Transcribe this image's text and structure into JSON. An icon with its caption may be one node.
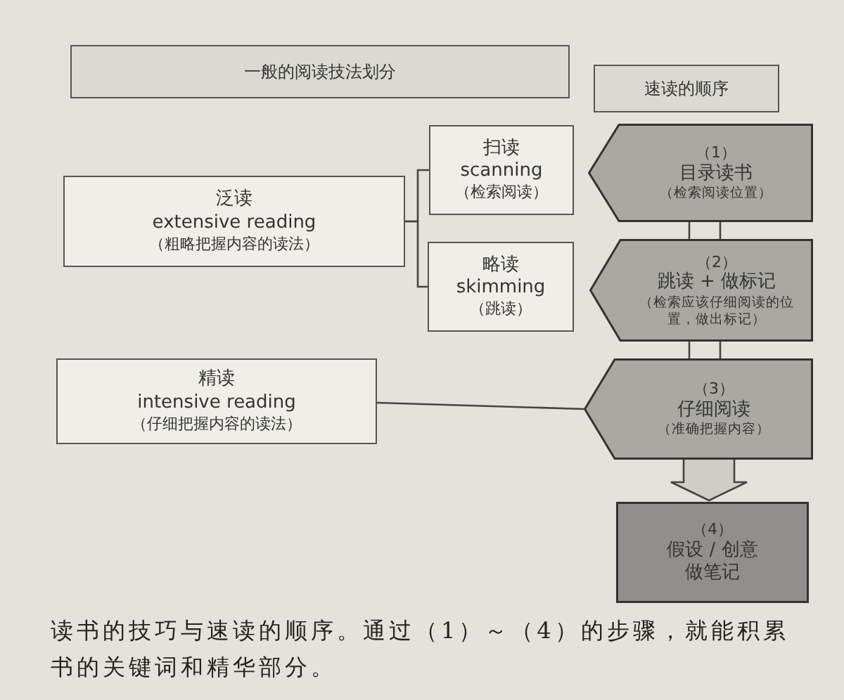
{
  "diagram": {
    "caption": "读书的技巧与速读的顺序。通过（1）～（4）的步骤，就能积累书的关键词和精华部分。",
    "nodes": [
      {
        "text": [
          "一般的阅读技法划分"
        ]
      },
      {
        "text": [
          "速读的顺序"
        ]
      },
      {
        "text": [
          "泛读",
          "extensive reading",
          "（粗略把握内容的读法）"
        ]
      },
      {
        "text": [
          "扫读",
          "scanning",
          "（检索阅读）"
        ]
      },
      {
        "text": [
          "略读",
          "skimming",
          "（跳读）"
        ]
      },
      {
        "text": [
          "精读",
          "intensive reading",
          "（仔细把握内容的读法）"
        ]
      },
      {
        "text": [
          "（1）",
          "目录读书",
          "（检索阅读位置）"
        ]
      },
      {
        "text": [
          "（2）",
          "跳读 + 做标记",
          "（检索应该仔细阅读的位置，做出标记）"
        ]
      },
      {
        "text": [
          "（3）",
          "仔细阅读",
          "（准确把握内容）"
        ]
      },
      {
        "text": [
          "（4）",
          "假设 / 创意",
          "做笔记"
        ]
      }
    ],
    "edges": [
      {
        "from": 2,
        "to": 3,
        "arrow": "none"
      },
      {
        "from": 2,
        "to": 4,
        "arrow": "none"
      },
      {
        "from": 5,
        "to": 8,
        "arrow": "none"
      },
      {
        "from": 6,
        "to": 7,
        "arrow": "none"
      },
      {
        "from": 7,
        "to": 8,
        "arrow": "none"
      },
      {
        "from": 8,
        "to": 9,
        "arrow": "to"
      }
    ]
  }
}
